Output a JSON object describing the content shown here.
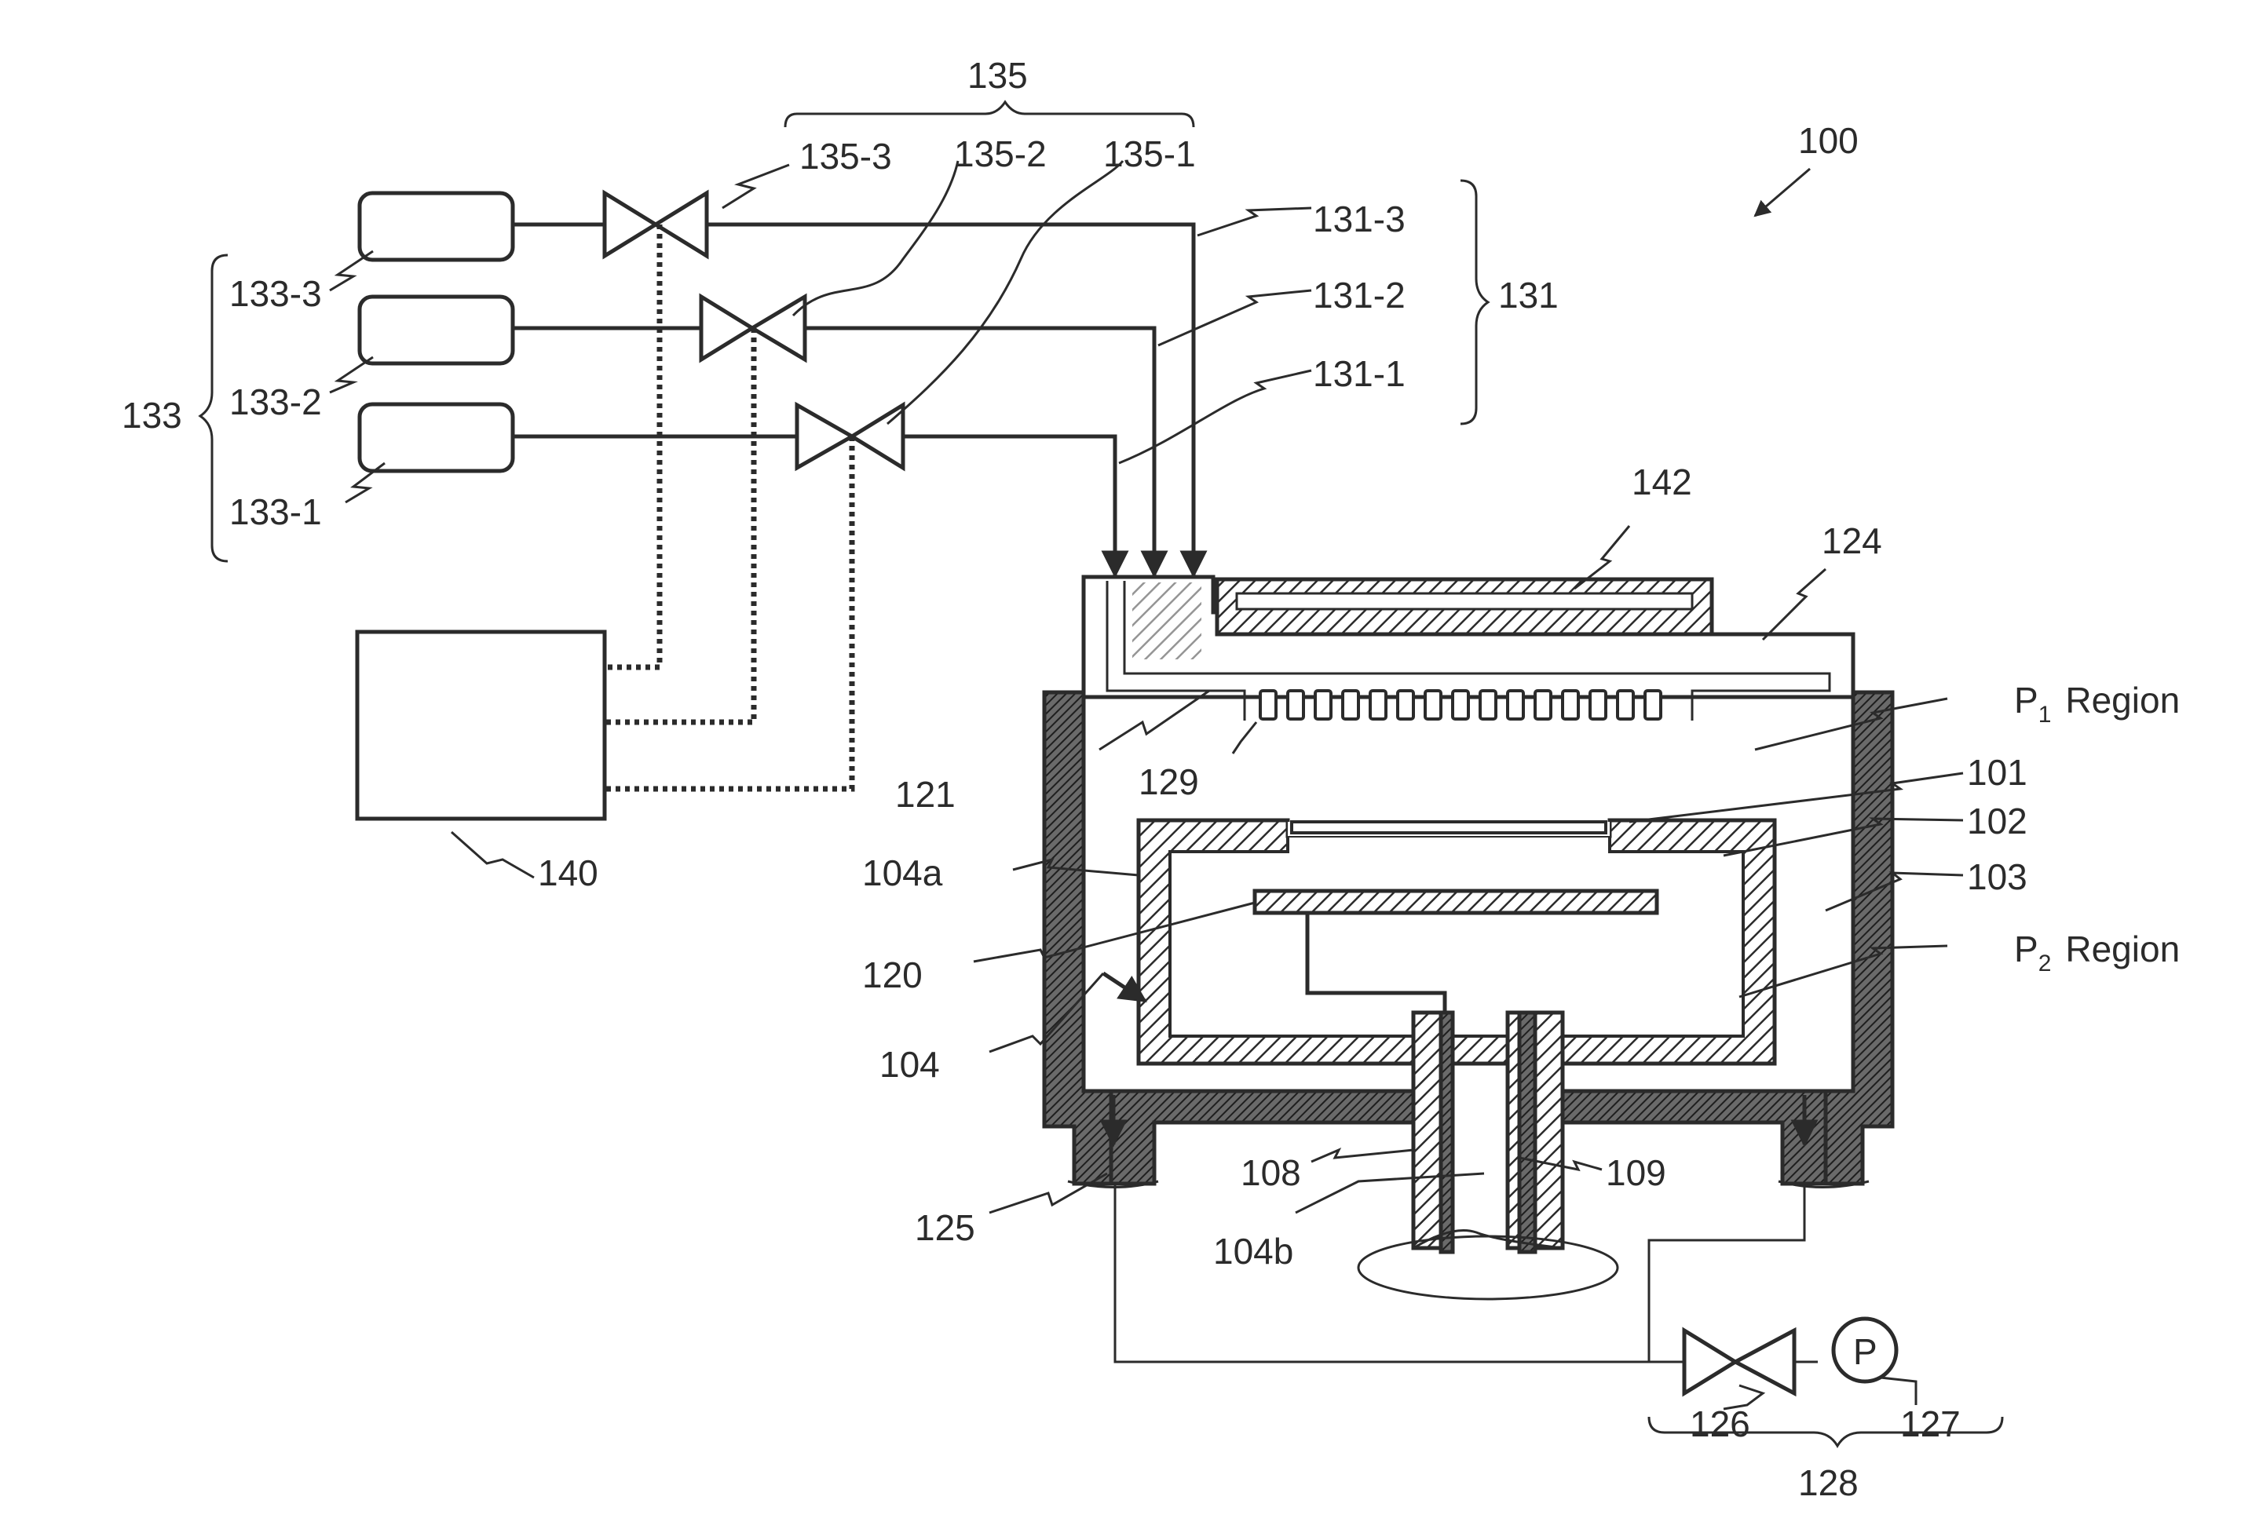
{
  "labels": {
    "system": "100",
    "valves_group": "135",
    "valve_3": "135-3",
    "valve_2": "135-2",
    "valve_1": "135-1",
    "line_3": "131-3",
    "line_2": "131-2",
    "line_1": "131-1",
    "lines_group": "131",
    "source_3": "133-3",
    "source_2": "133-2",
    "source_1": "133-1",
    "sources_group": "133",
    "heater": "142",
    "lid": "124",
    "region_p1_base": "P",
    "region_p1_sub": "1",
    "region_p1_word": "Region",
    "region_p2_base": "P",
    "region_p2_sub": "2",
    "region_p2_word": "Region",
    "wafer": "101",
    "susceptor": "102",
    "chamber_wall": "103",
    "shower_channel": "121",
    "shower_holes": "129",
    "controller": "140",
    "inner_wall": "104a",
    "heater_plate": "120",
    "inner_space": "104",
    "exhaust_port": "125",
    "shaft_a": "108",
    "shaft_b": "109",
    "bottom": "104b",
    "exhaust_valve": "126",
    "pump": "127",
    "pump_letter": "P",
    "exhaust_group": "128"
  }
}
